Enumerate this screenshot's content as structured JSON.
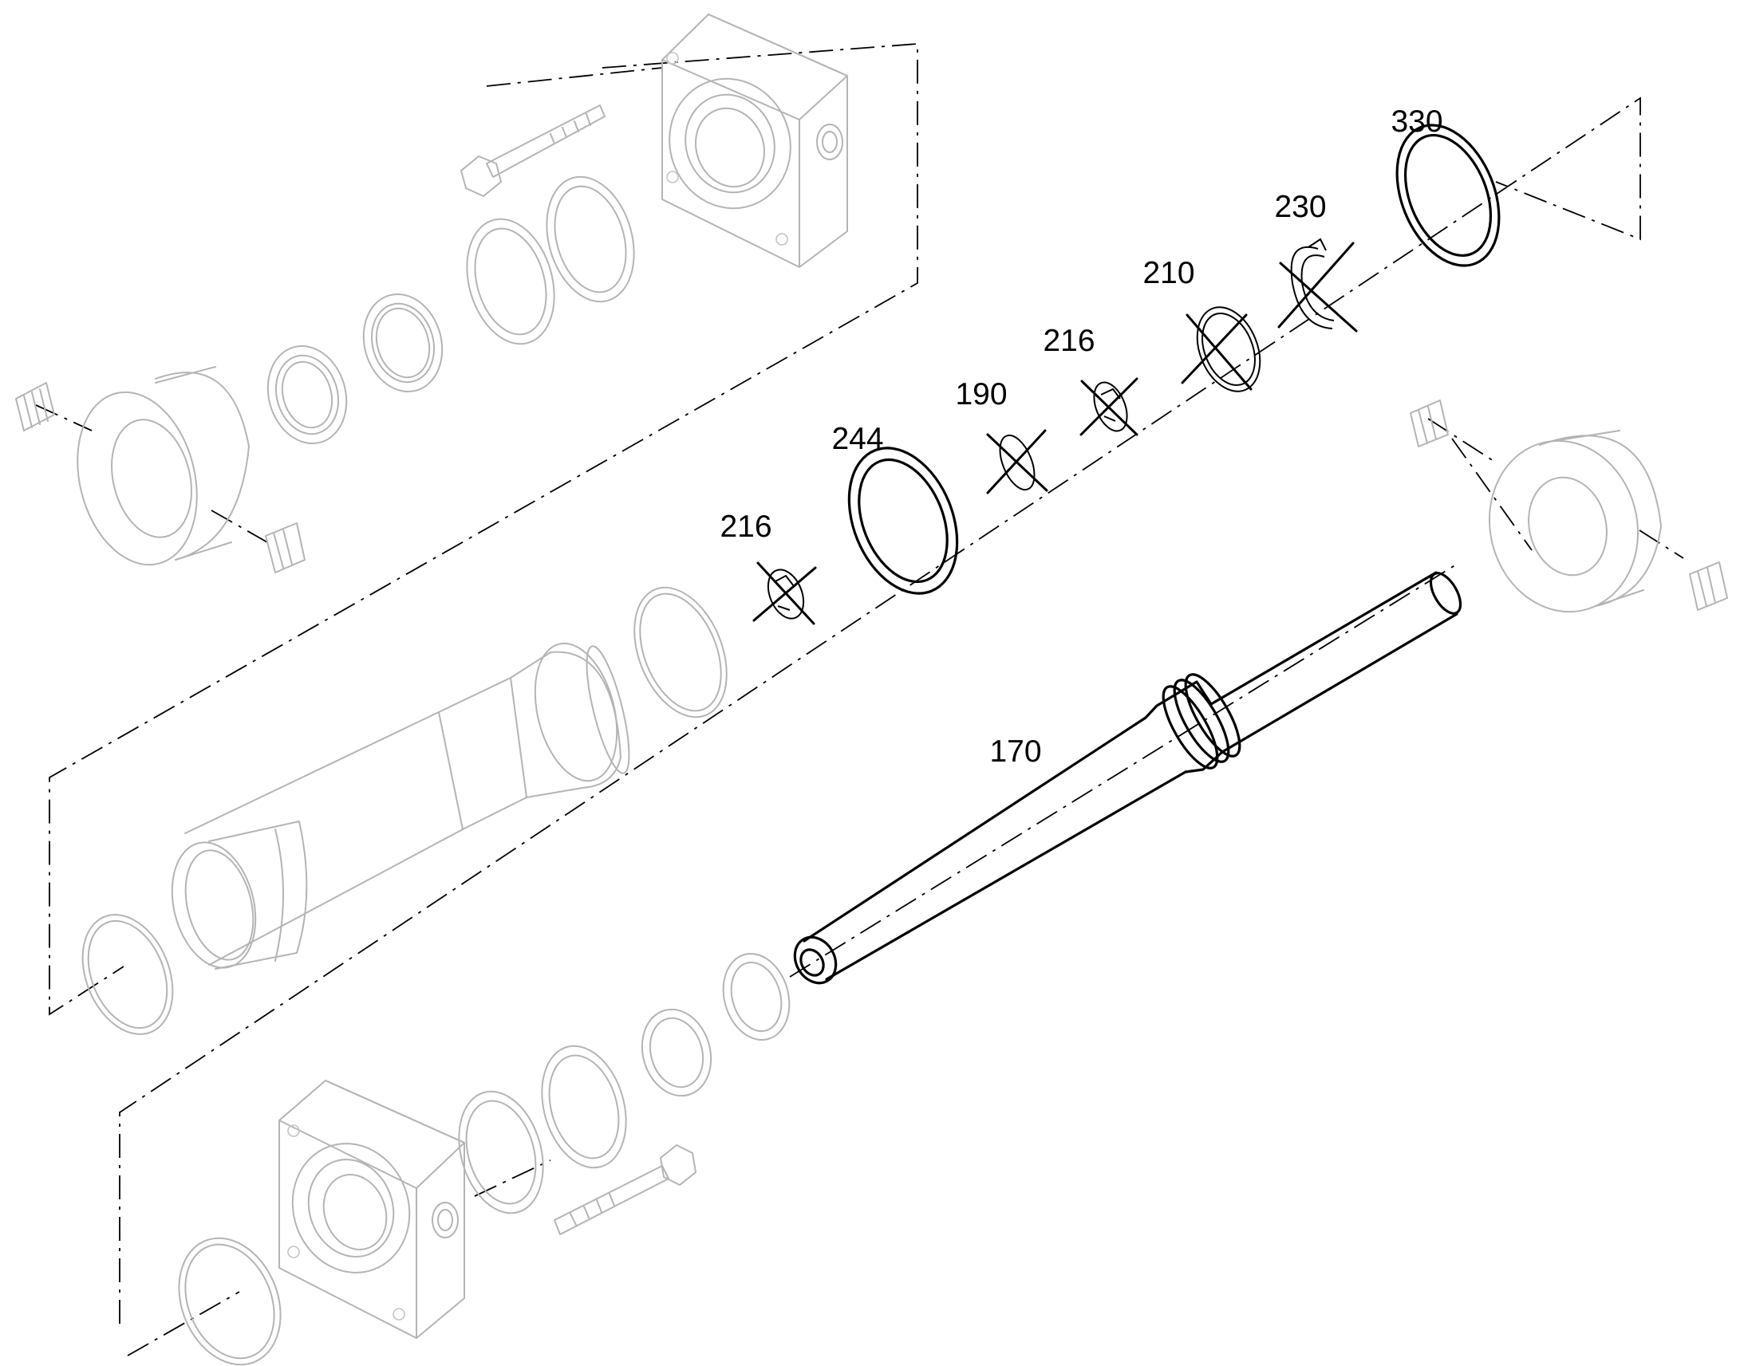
{
  "diagram": {
    "type": "exploded-parts-view",
    "callouts": {
      "c170": "170",
      "c190": "190",
      "c210": "210",
      "c216a": "216",
      "c216b": "216",
      "c230": "230",
      "c244": "244",
      "c330": "330"
    },
    "removed_items": [
      "190",
      "210",
      "216",
      "230"
    ],
    "colors": {
      "highlighted_part": "#000000",
      "context_part": "#b4b4b4",
      "background": "#ffffff"
    }
  }
}
